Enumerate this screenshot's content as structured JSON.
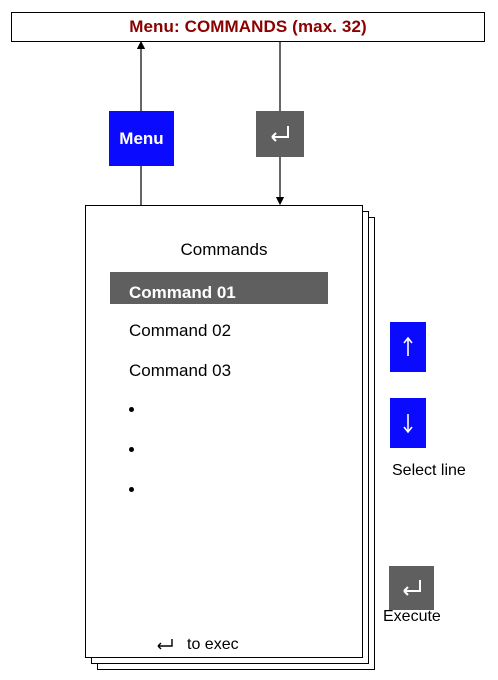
{
  "title": "Menu: COMMANDS (max. 32)",
  "keys": {
    "menu_label": "Menu",
    "enter_icon": "enter-icon",
    "up_icon": "arrow-up-icon",
    "down_icon": "arrow-down-icon"
  },
  "screen": {
    "title": "Commands",
    "items": [
      "Command 01",
      "Command 02",
      "Command 03"
    ],
    "selected_index": 0,
    "hint": "to exec"
  },
  "labels": {
    "select_line": "Select line",
    "execute": "Execute"
  },
  "colors": {
    "title_text": "#8b0000",
    "key_blue": "#0a0aff",
    "key_gray": "#5f5f5f",
    "selected_row": "#5f5f5f"
  }
}
